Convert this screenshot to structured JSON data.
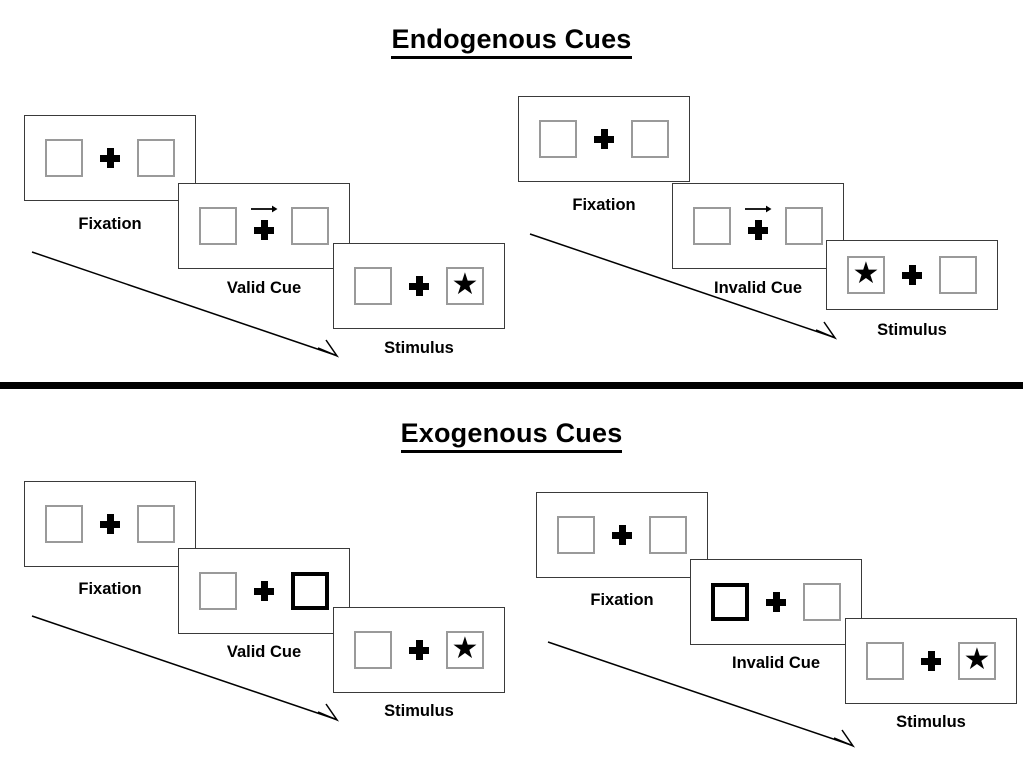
{
  "figure": {
    "sections": [
      {
        "id": "endogenous",
        "title": "Endogenous Cues",
        "trials": [
          {
            "id": "endogenous-valid",
            "cue_type": "arrow",
            "frames": [
              {
                "id": "fixation",
                "caption": "Fixation",
                "left_square": "empty",
                "right_square": "empty",
                "cue": "none",
                "target": "none"
              },
              {
                "id": "cue",
                "caption": "Valid Cue",
                "left_square": "empty",
                "right_square": "empty",
                "cue": "arrow-right",
                "target": "none"
              },
              {
                "id": "stimulus",
                "caption": "Stimulus",
                "left_square": "empty",
                "right_square": "star",
                "cue": "none",
                "target": "right"
              }
            ]
          },
          {
            "id": "endogenous-invalid",
            "cue_type": "arrow",
            "frames": [
              {
                "id": "fixation",
                "caption": "Fixation",
                "left_square": "empty",
                "right_square": "empty",
                "cue": "none",
                "target": "none"
              },
              {
                "id": "cue",
                "caption": "Invalid Cue",
                "left_square": "empty",
                "right_square": "empty",
                "cue": "arrow-right",
                "target": "none"
              },
              {
                "id": "stimulus",
                "caption": "Stimulus",
                "left_square": "star",
                "right_square": "empty",
                "cue": "none",
                "target": "left"
              }
            ]
          }
        ]
      },
      {
        "id": "exogenous",
        "title": "Exogenous Cues",
        "trials": [
          {
            "id": "exogenous-valid",
            "cue_type": "box-flash",
            "frames": [
              {
                "id": "fixation",
                "caption": "Fixation",
                "left_square": "empty",
                "right_square": "empty",
                "cue": "none",
                "target": "none"
              },
              {
                "id": "cue",
                "caption": "Valid Cue",
                "left_square": "empty",
                "right_square": "cued",
                "cue": "box-right",
                "target": "none"
              },
              {
                "id": "stimulus",
                "caption": "Stimulus",
                "left_square": "empty",
                "right_square": "star",
                "cue": "none",
                "target": "right"
              }
            ]
          },
          {
            "id": "exogenous-invalid",
            "cue_type": "box-flash",
            "frames": [
              {
                "id": "fixation",
                "caption": "Fixation",
                "left_square": "empty",
                "right_square": "empty",
                "cue": "none",
                "target": "none"
              },
              {
                "id": "cue",
                "caption": "Invalid Cue",
                "left_square": "cued",
                "right_square": "empty",
                "cue": "box-left",
                "target": "none"
              },
              {
                "id": "stimulus",
                "caption": "Stimulus",
                "left_square": "empty",
                "right_square": "star",
                "cue": "none",
                "target": "right"
              }
            ]
          }
        ]
      }
    ],
    "glyphs": {
      "star": "★",
      "fixation_cross": "plus-icon",
      "cue_arrow": "arrow-right-icon",
      "time_arrow": "time-flow-arrow-icon"
    },
    "colors": {
      "ink": "#000000",
      "panel_border": "#3a3a3a",
      "square_border": "#9a9a9a",
      "cued_square_border": "#000000",
      "background": "#ffffff"
    }
  }
}
